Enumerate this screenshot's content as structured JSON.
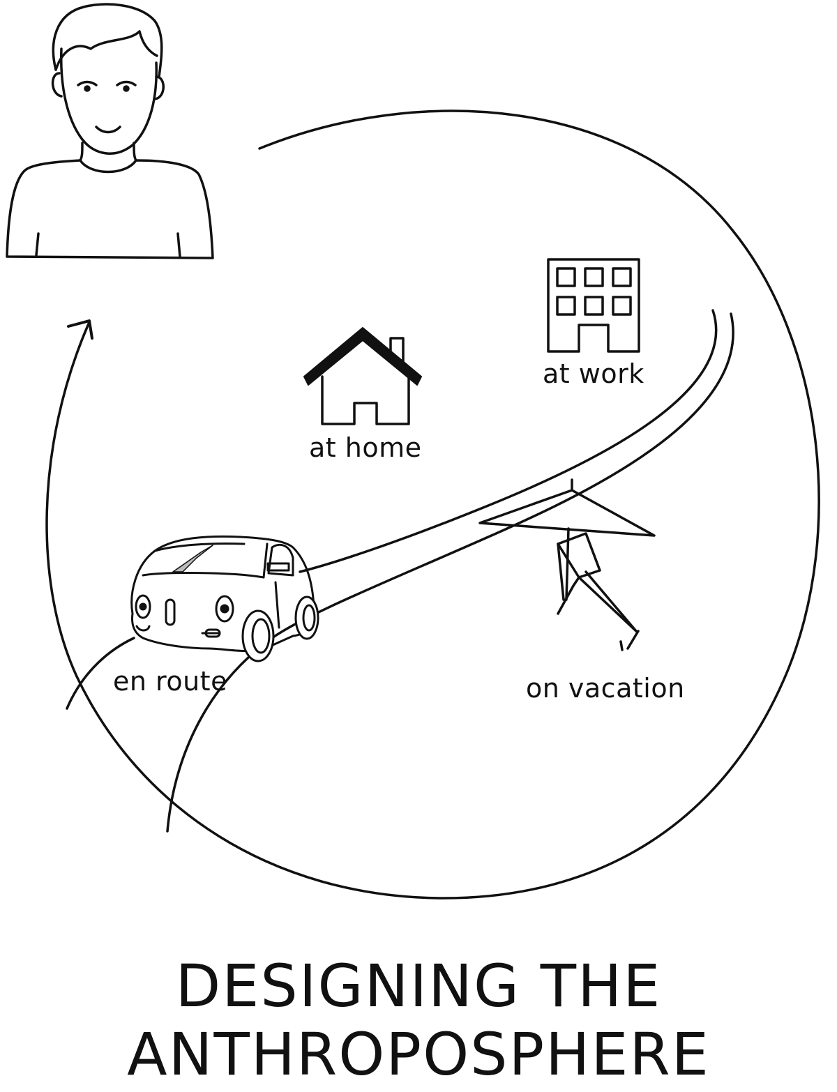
{
  "labels": {
    "at_home": "at home",
    "at_work": "at work",
    "en_route": "en route",
    "on_vacation": "on vacation"
  },
  "title": {
    "line1": "DESIGNING THE",
    "line2": "ANTHROPOSPHERE"
  },
  "colors": {
    "ink": "#111111",
    "windshield": "#bbbbbb",
    "background": "#ffffff"
  },
  "icons": [
    "person-icon",
    "house-icon",
    "office-building-icon",
    "car-icon",
    "beach-umbrella-icon",
    "deck-chair-icon",
    "arrow-head-icon"
  ]
}
